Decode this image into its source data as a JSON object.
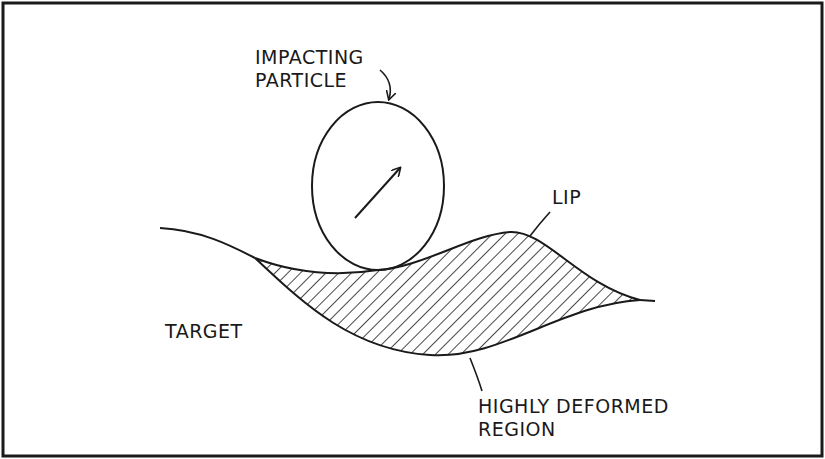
{
  "diagram": {
    "labels": [
      "IMPACTING PARTICLE",
      "LIP",
      "TARGET",
      "HIGHLY DEFORMED REGION"
    ]
  }
}
